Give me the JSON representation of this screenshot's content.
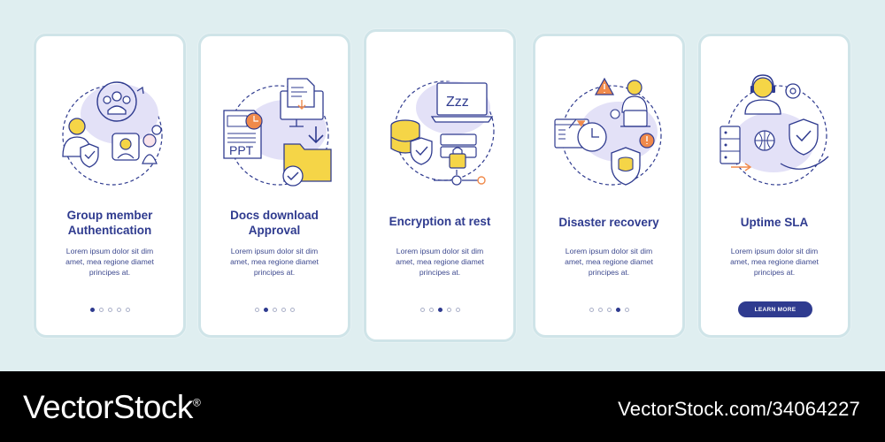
{
  "cards": [
    {
      "title": "Group member Authentication",
      "title_lines": [
        "Group member",
        "Authentication"
      ],
      "body_lines": [
        "Lorem ipsum dolor sit dim",
        "amet, mea regione diamet",
        "principes at."
      ],
      "active_dot": 1,
      "icon": "group-authentication-icon"
    },
    {
      "title": "Docs download Approval",
      "title_lines": [
        "Docs download",
        "Approval"
      ],
      "body_lines": [
        "Lorem ipsum dolor sit dim",
        "amet, mea regione diamet",
        "principes at."
      ],
      "active_dot": 2,
      "icon": "docs-download-icon",
      "icon_text": "PPT"
    },
    {
      "title": "Encryption at rest",
      "title_lines": [
        "Encryption at rest"
      ],
      "body_lines": [
        "Lorem ipsum dolor sit dim",
        "amet, mea regione diamet",
        "principes at."
      ],
      "active_dot": 3,
      "icon": "encryption-at-rest-icon",
      "icon_text": "Zzz"
    },
    {
      "title": "Disaster recovery",
      "title_lines": [
        "Disaster recovery"
      ],
      "body_lines": [
        "Lorem ipsum dolor sit dim",
        "amet, mea regione diamet",
        "principes at."
      ],
      "active_dot": 4,
      "icon": "disaster-recovery-icon"
    },
    {
      "title": "Uptime SLA",
      "title_lines": [
        "Uptime SLA"
      ],
      "body_lines": [
        "Lorem ipsum dolor sit dim",
        "amet, mea regione diamet",
        "principes at."
      ],
      "button_label": "LEARN MORE",
      "icon": "uptime-sla-icon"
    }
  ],
  "dot_count": 5,
  "colors": {
    "accent": "#2f3b8f",
    "yellow": "#f5d547",
    "lavender": "#e3e1f7",
    "orange": "#f08a4b",
    "background": "#dfeef0"
  },
  "footer": {
    "brand": "VectorStock",
    "brand_mark": "®",
    "credit": "VectorStock.com/34064227"
  }
}
